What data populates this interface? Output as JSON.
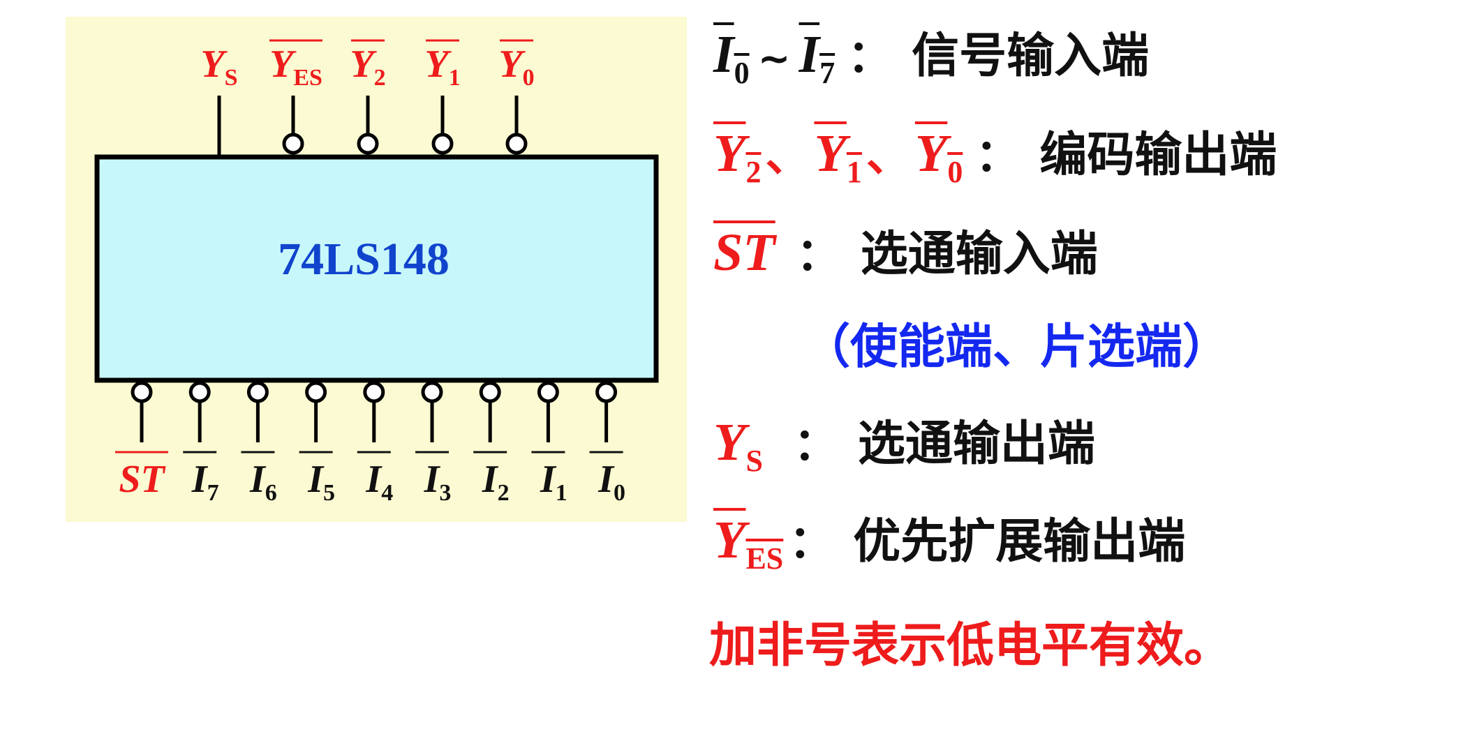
{
  "chip": {
    "name": "74LS148",
    "top_pins": [
      {
        "symbol": "Y",
        "sub": "S",
        "bar": false,
        "bubble": false
      },
      {
        "symbol": "Y",
        "sub": "ES",
        "bar": true,
        "bubble": true
      },
      {
        "symbol": "Y",
        "sub": "2",
        "bar": true,
        "bubble": true
      },
      {
        "symbol": "Y",
        "sub": "1",
        "bar": true,
        "bubble": true
      },
      {
        "symbol": "Y",
        "sub": "0",
        "bar": true,
        "bubble": true
      }
    ],
    "bottom_pins": [
      {
        "symbol": "ST",
        "sub": "",
        "bar": true,
        "color": "red"
      },
      {
        "symbol": "I",
        "sub": "7",
        "bar": true,
        "color": "black"
      },
      {
        "symbol": "I",
        "sub": "6",
        "bar": true,
        "color": "black"
      },
      {
        "symbol": "I",
        "sub": "5",
        "bar": true,
        "color": "black"
      },
      {
        "symbol": "I",
        "sub": "4",
        "bar": true,
        "color": "black"
      },
      {
        "symbol": "I",
        "sub": "3",
        "bar": true,
        "color": "black"
      },
      {
        "symbol": "I",
        "sub": "2",
        "bar": true,
        "color": "black"
      },
      {
        "symbol": "I",
        "sub": "1",
        "bar": true,
        "color": "black"
      },
      {
        "symbol": "I",
        "sub": "0",
        "bar": true,
        "color": "black"
      }
    ]
  },
  "descriptions": {
    "inputs": {
      "sym_a": "I",
      "sub_a": "0",
      "tilde": "~",
      "sym_b": "I",
      "sub_b": "7",
      "colon": "：",
      "text": "信号输入端"
    },
    "outputs": {
      "sym_a": "Y",
      "sub_a": "2",
      "sep_a": "、",
      "sym_b": "Y",
      "sub_b": "1",
      "sep_b": "、",
      "sym_c": "Y",
      "sub_c": "0",
      "colon": "：",
      "text": "编码输出端"
    },
    "strobe_in": {
      "sym": "ST",
      "colon": "：",
      "text": "选通输入端"
    },
    "strobe_note": "（使能端、片选端）",
    "strobe_out": {
      "sym": "Y",
      "sub": "S",
      "colon": "：",
      "text": "选通输出端"
    },
    "expand_out": {
      "sym": "Y",
      "sub": "ES",
      "colon": "：",
      "text": "优先扩展输出端"
    },
    "note": "加非号表示低电平有效。"
  },
  "colors": {
    "panel": "#fbfad2",
    "chip_fill": "#c8f7fb",
    "chip_label": "#1144cc",
    "red": "#ee1c1c",
    "black": "#111111",
    "blue": "#1428f0"
  }
}
